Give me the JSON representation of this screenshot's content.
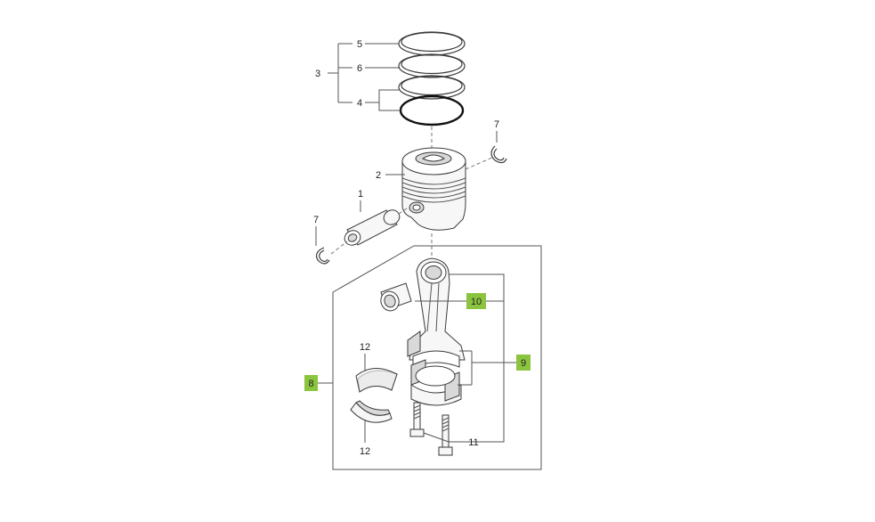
{
  "highlight_color": "#8bc53f",
  "callouts": {
    "c1": "1",
    "c2": "2",
    "c3": "3",
    "c4": "4",
    "c5": "5",
    "c6": "6",
    "c7_right": "7",
    "c7_left": "7",
    "c8": "8",
    "c9": "9",
    "c10": "10",
    "c11": "11",
    "c12_top": "12",
    "c12_bottom": "12"
  },
  "parts": {
    "piston_pin": "piston-pin",
    "piston": "piston",
    "ring_set": "piston-ring-set",
    "snap_ring": "snap-ring",
    "connecting_rod": "connecting-rod",
    "bushing": "small-end-bushing",
    "bolt": "rod-bolt",
    "bearing": "rod-bearing-shell"
  }
}
